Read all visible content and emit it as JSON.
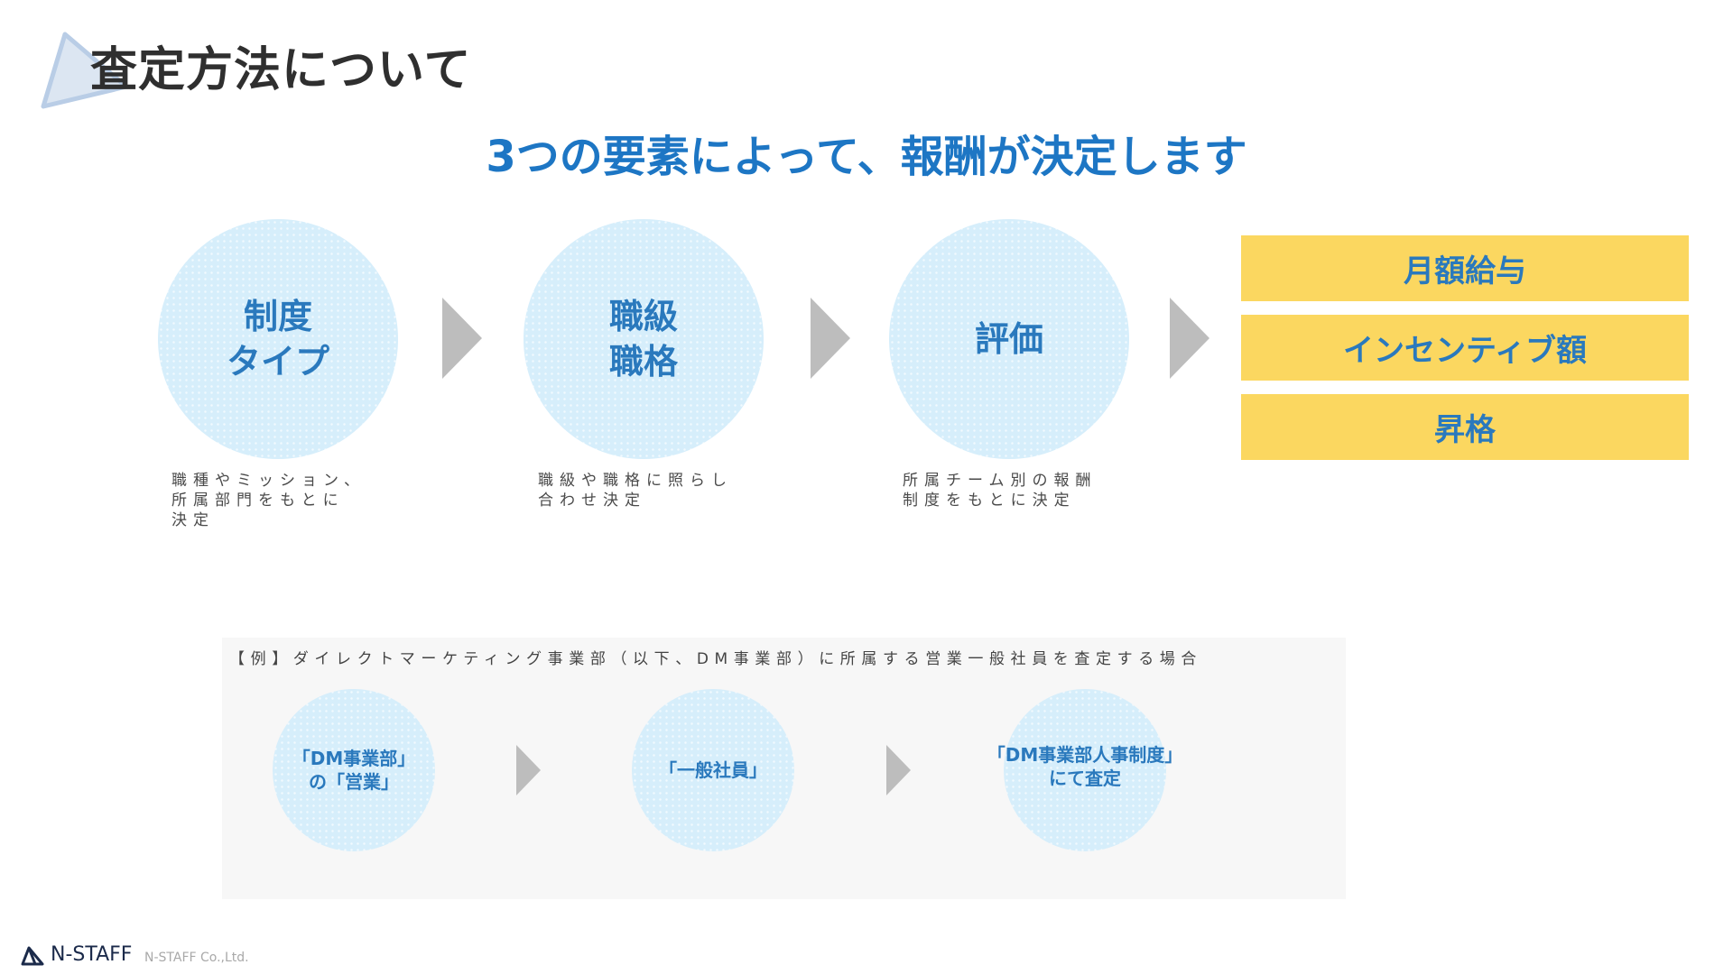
{
  "header": {
    "title": "査定方法について"
  },
  "headline": "3つの要素によって、報酬が決定します",
  "factors": [
    {
      "label": "制度\nタイプ",
      "description": "職種やミッション、\n所属部門をもとに\n決定"
    },
    {
      "label": "職級\n職格",
      "description": "職級や職格に照らし\n合わせ決定"
    },
    {
      "label": "評価",
      "description": "所属チーム別の報酬\n制度をもとに決定"
    }
  ],
  "results": [
    "月額給与",
    "インセンティブ額",
    "昇格"
  ],
  "example": {
    "caption": "【例】ダイレクトマーケティング事業部（以下、DM事業部）に所属する営業一般社員を査定する場合",
    "steps": [
      "「DM事業部」\nの「営業」",
      "「一般社員」",
      "「DM事業部人事制度」\nにて査定"
    ]
  },
  "footer": {
    "brand": "N-STAFF",
    "company": "N-STAFF Co.,Ltd."
  },
  "colors": {
    "accent_blue": "#1d76c4",
    "circle_fill": "#d6eefb",
    "result_yellow": "#fbd760",
    "arrow_gray": "#bdbdbd"
  }
}
